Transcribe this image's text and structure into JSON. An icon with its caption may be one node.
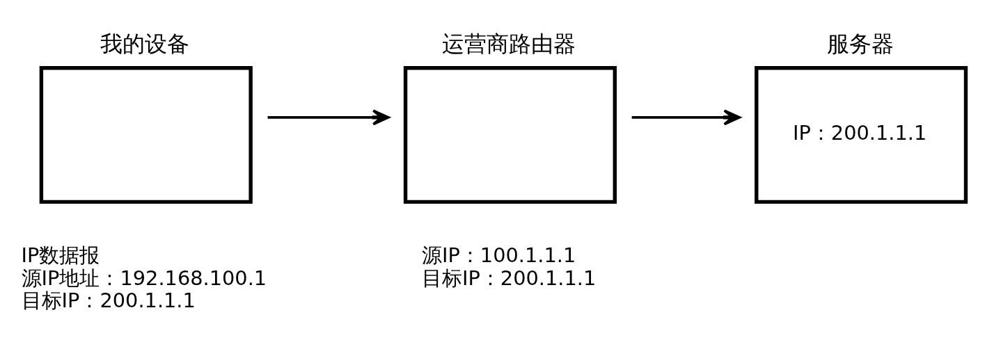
{
  "diagram": {
    "nodes": [
      {
        "text": [
          "我的设备"
        ],
        "beside": [
          "IP数据报",
          "源IP地址：192.168.100.1",
          "目标IP：200.1.1.1"
        ]
      },
      {
        "text": [
          "运营商路由器"
        ],
        "beside": [
          "源IP：100.1.1.1",
          "目标IP：200.1.1.1"
        ]
      },
      {
        "text": [
          "服务器",
          "IP：200.1.1.1"
        ]
      }
    ],
    "edges": [
      {
        "from": 0,
        "to": 1,
        "arrow": "to"
      },
      {
        "from": 1,
        "to": 2,
        "arrow": "to"
      }
    ]
  }
}
